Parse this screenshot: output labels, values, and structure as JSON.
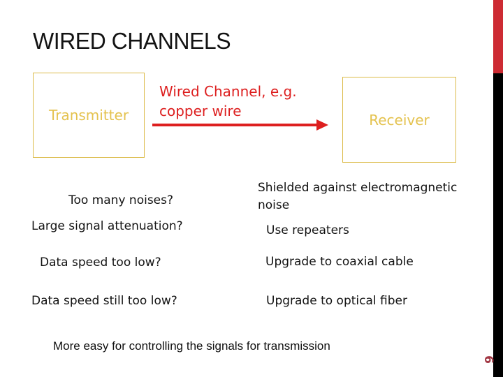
{
  "slide": {
    "title": "WIRED CHANNELS",
    "page_number": "6",
    "diagram": {
      "transmitter": "Transmitter",
      "receiver": "Receiver",
      "channel_line1": "Wired Channel, e.g.",
      "channel_line2": "copper wire"
    },
    "qa": [
      {
        "question": "Too many noises?",
        "answer": "Shielded against electromagnetic noise"
      },
      {
        "question": "Large signal attenuation?",
        "answer": "Use repeaters"
      },
      {
        "question": "Data speed too low?",
        "answer": "Upgrade to coaxial cable"
      },
      {
        "question": "Data speed still too low?",
        "answer": "Upgrade to optical fiber"
      }
    ],
    "footer": "More easy for controlling the signals for transmission",
    "colors": {
      "accent_red": "#DD1F1F",
      "sidebar_red": "#CD2B33",
      "sidebar_black": "#000000",
      "gold_border": "#DCBB49",
      "gold_text": "#E4C24E",
      "page_number_color": "#A23844",
      "text_black": "#131313"
    }
  }
}
